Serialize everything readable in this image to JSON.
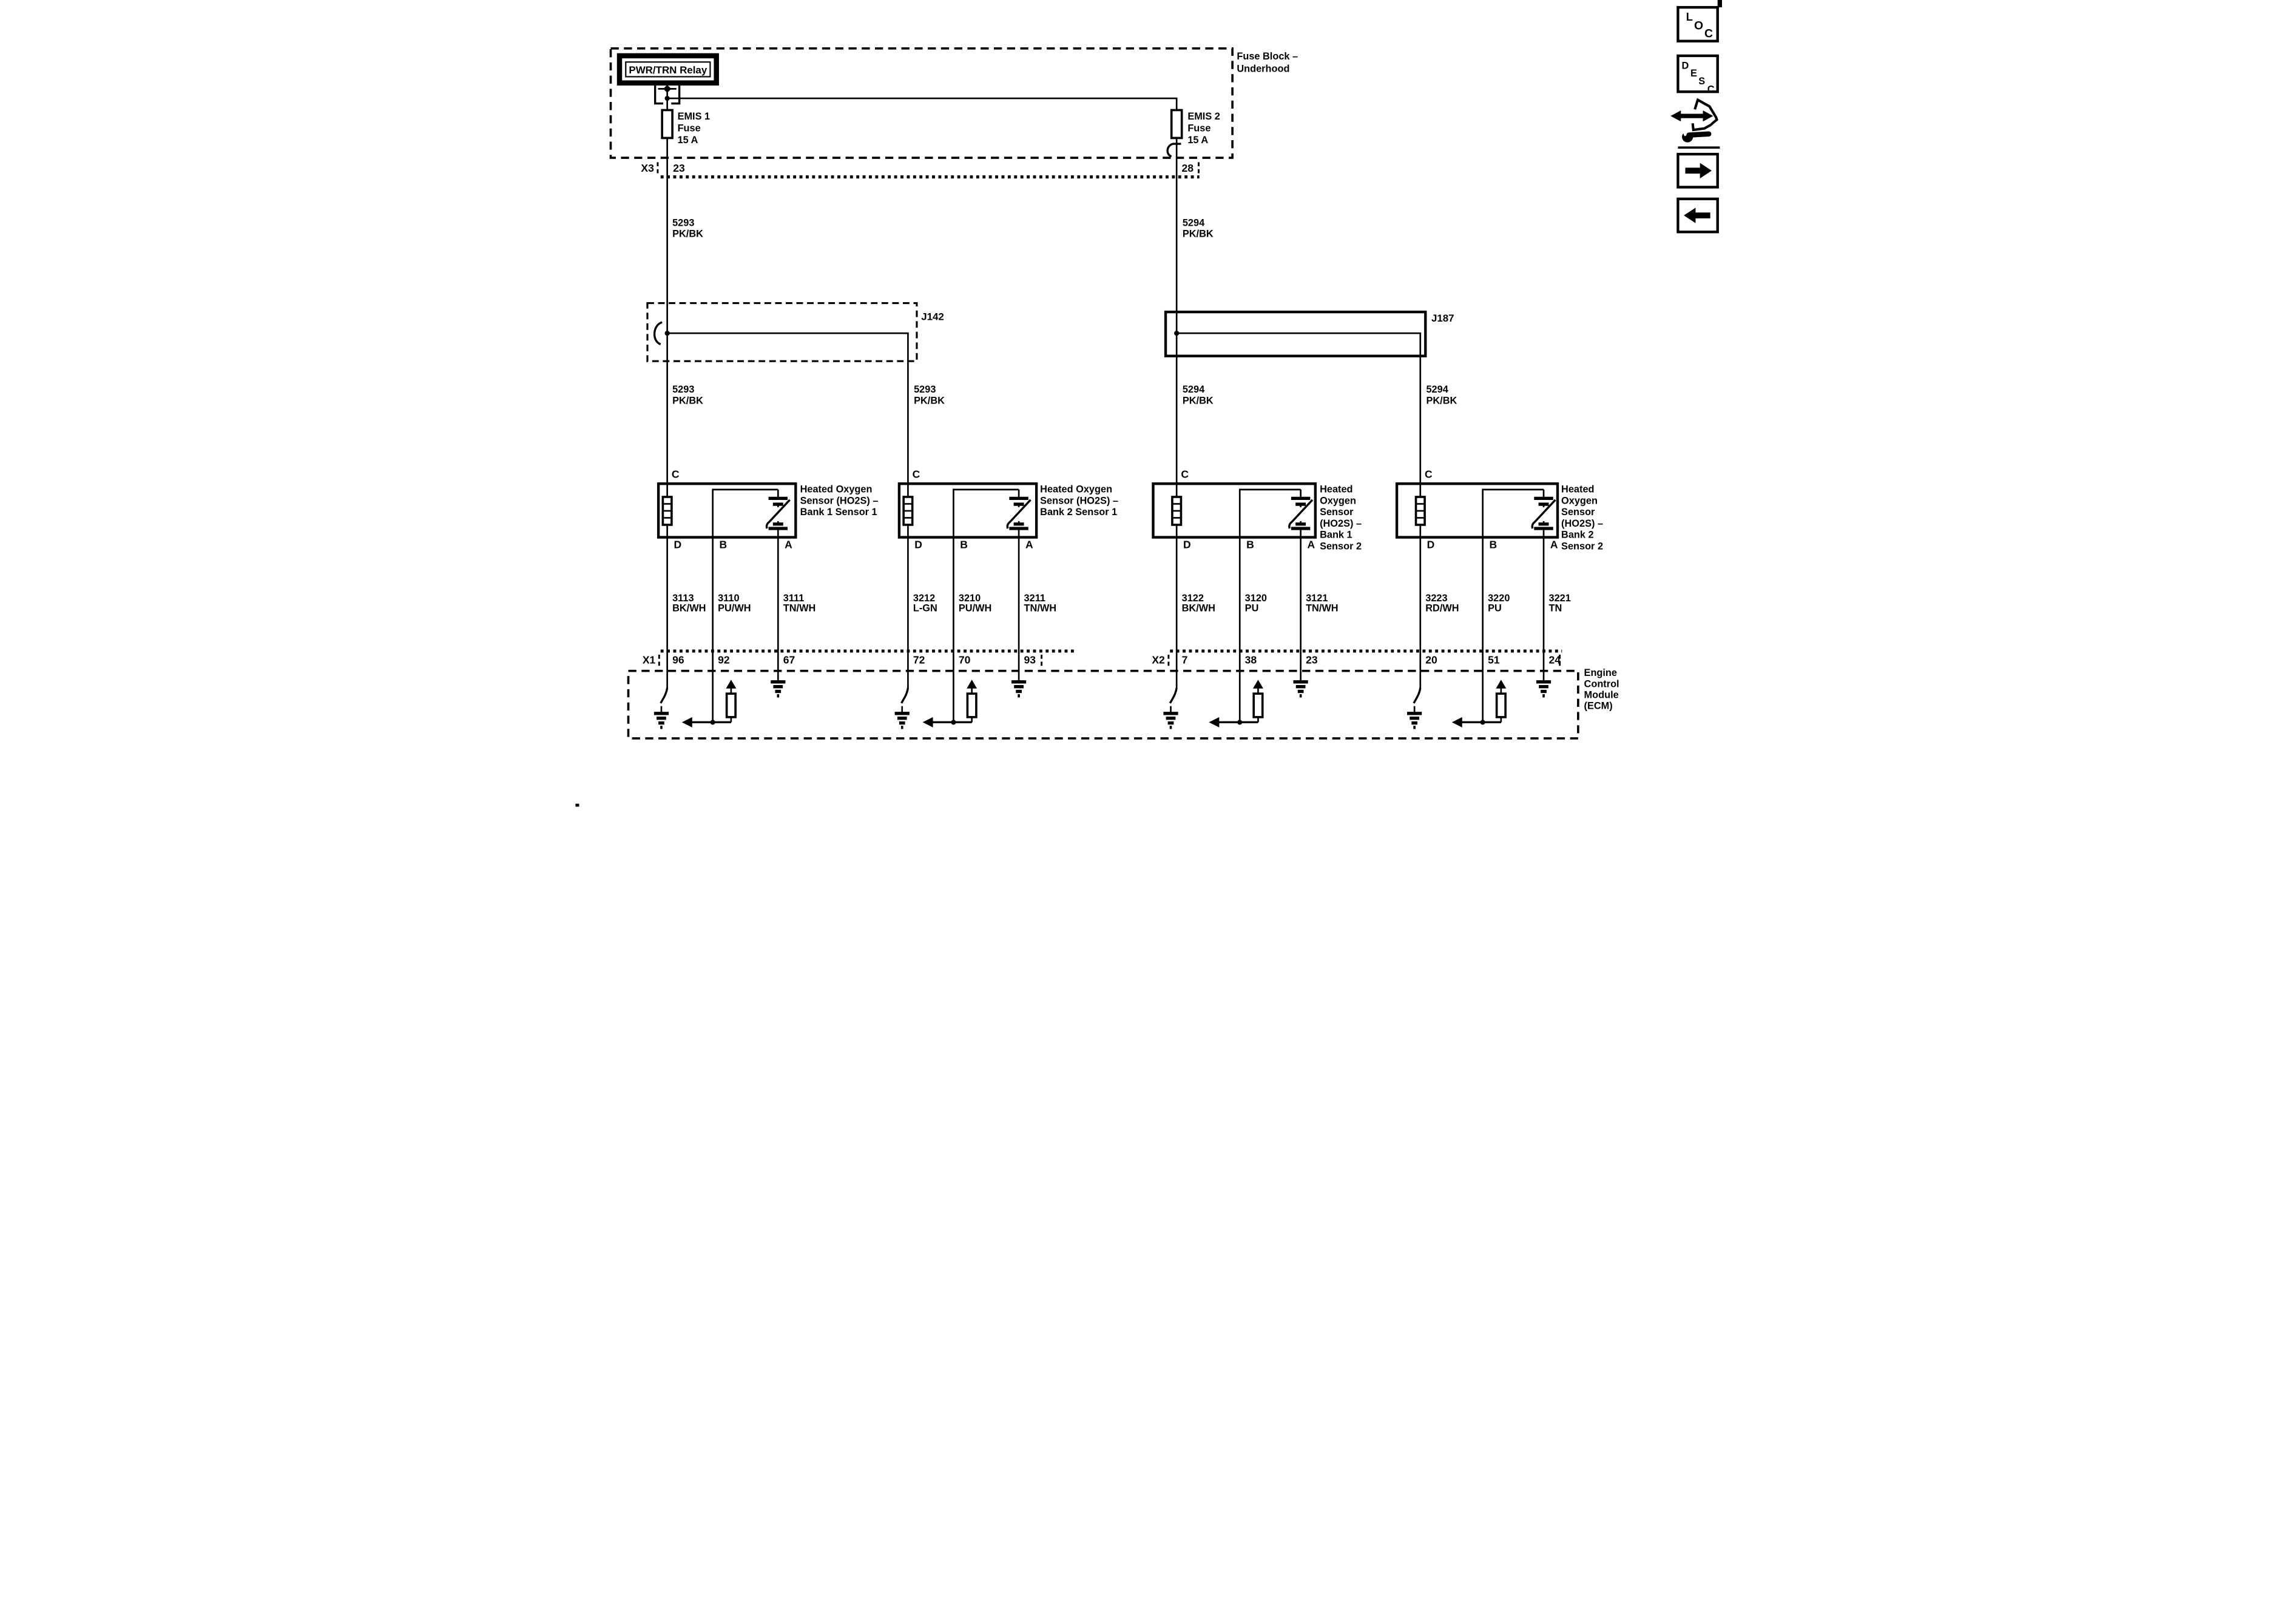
{
  "colors": {
    "ink": "#000000",
    "paper": "#ffffff"
  },
  "fuse_block": {
    "title": [
      "Fuse Block –",
      "Underhood"
    ],
    "relay_label": "PWR/TRN Relay",
    "connector": "X3",
    "pin_left": "23",
    "pin_right": "28",
    "fuses": [
      {
        "name": "EMIS 1",
        "type": "Fuse",
        "rating": "15 A"
      },
      {
        "name": "EMIS 2",
        "type": "Fuse",
        "rating": "15 A"
      }
    ]
  },
  "feed_wires": {
    "left": {
      "circuit": "5293",
      "color": "PK/BK"
    },
    "right": {
      "circuit": "5294",
      "color": "PK/BK"
    }
  },
  "splices": {
    "left": "J142",
    "right": "J187"
  },
  "sensors": [
    {
      "label": [
        "Heated Oxygen",
        "Sensor (HO2S) –",
        "Bank 1 Sensor 1"
      ],
      "pins": {
        "c": "C",
        "d": "D",
        "b": "B",
        "a": "A"
      },
      "wires": [
        {
          "circuit": "3113",
          "color": "BK/WH"
        },
        {
          "circuit": "3110",
          "color": "PU/WH"
        },
        {
          "circuit": "3111",
          "color": "TN/WH"
        }
      ],
      "ecm_pins": [
        "96",
        "92",
        "67"
      ]
    },
    {
      "label": [
        "Heated Oxygen",
        "Sensor (HO2S) –",
        "Bank 2 Sensor 1"
      ],
      "pins": {
        "c": "C",
        "d": "D",
        "b": "B",
        "a": "A"
      },
      "wires": [
        {
          "circuit": "3212",
          "color": "L-GN"
        },
        {
          "circuit": "3210",
          "color": "PU/WH"
        },
        {
          "circuit": "3211",
          "color": "TN/WH"
        }
      ],
      "ecm_pins": [
        "72",
        "70",
        "93"
      ]
    },
    {
      "label": [
        "Heated",
        "Oxygen",
        "Sensor",
        "(HO2S) –",
        "Bank 1",
        "Sensor 2"
      ],
      "pins": {
        "c": "C",
        "d": "D",
        "b": "B",
        "a": "A"
      },
      "wires": [
        {
          "circuit": "3122",
          "color": "BK/WH"
        },
        {
          "circuit": "3120",
          "color": "PU"
        },
        {
          "circuit": "3121",
          "color": "TN/WH"
        }
      ],
      "ecm_pins": [
        "7",
        "38",
        "23"
      ]
    },
    {
      "label": [
        "Heated",
        "Oxygen",
        "Sensor",
        "(HO2S) –",
        "Bank 2",
        "Sensor 2"
      ],
      "pins": {
        "c": "C",
        "d": "D",
        "b": "B",
        "a": "A"
      },
      "wires": [
        {
          "circuit": "3223",
          "color": "RD/WH"
        },
        {
          "circuit": "3220",
          "color": "PU"
        },
        {
          "circuit": "3221",
          "color": "TN"
        }
      ],
      "ecm_pins": [
        "20",
        "51",
        "24"
      ]
    }
  ],
  "ecm": {
    "connector_left": "X1",
    "connector_right": "X2",
    "label": [
      "Engine",
      "Control",
      "Module",
      "(ECM)"
    ]
  },
  "toolbar": {
    "loc_letters": [
      "L",
      "O",
      "C"
    ],
    "desc_letters": [
      "D",
      "E",
      "S",
      "C"
    ],
    "icons": {
      "locate": "loc-button",
      "describe": "desc-button",
      "adjust": "wrench-adjust-icon",
      "forward": "arrow-right-icon",
      "back": "arrow-left-icon"
    }
  }
}
